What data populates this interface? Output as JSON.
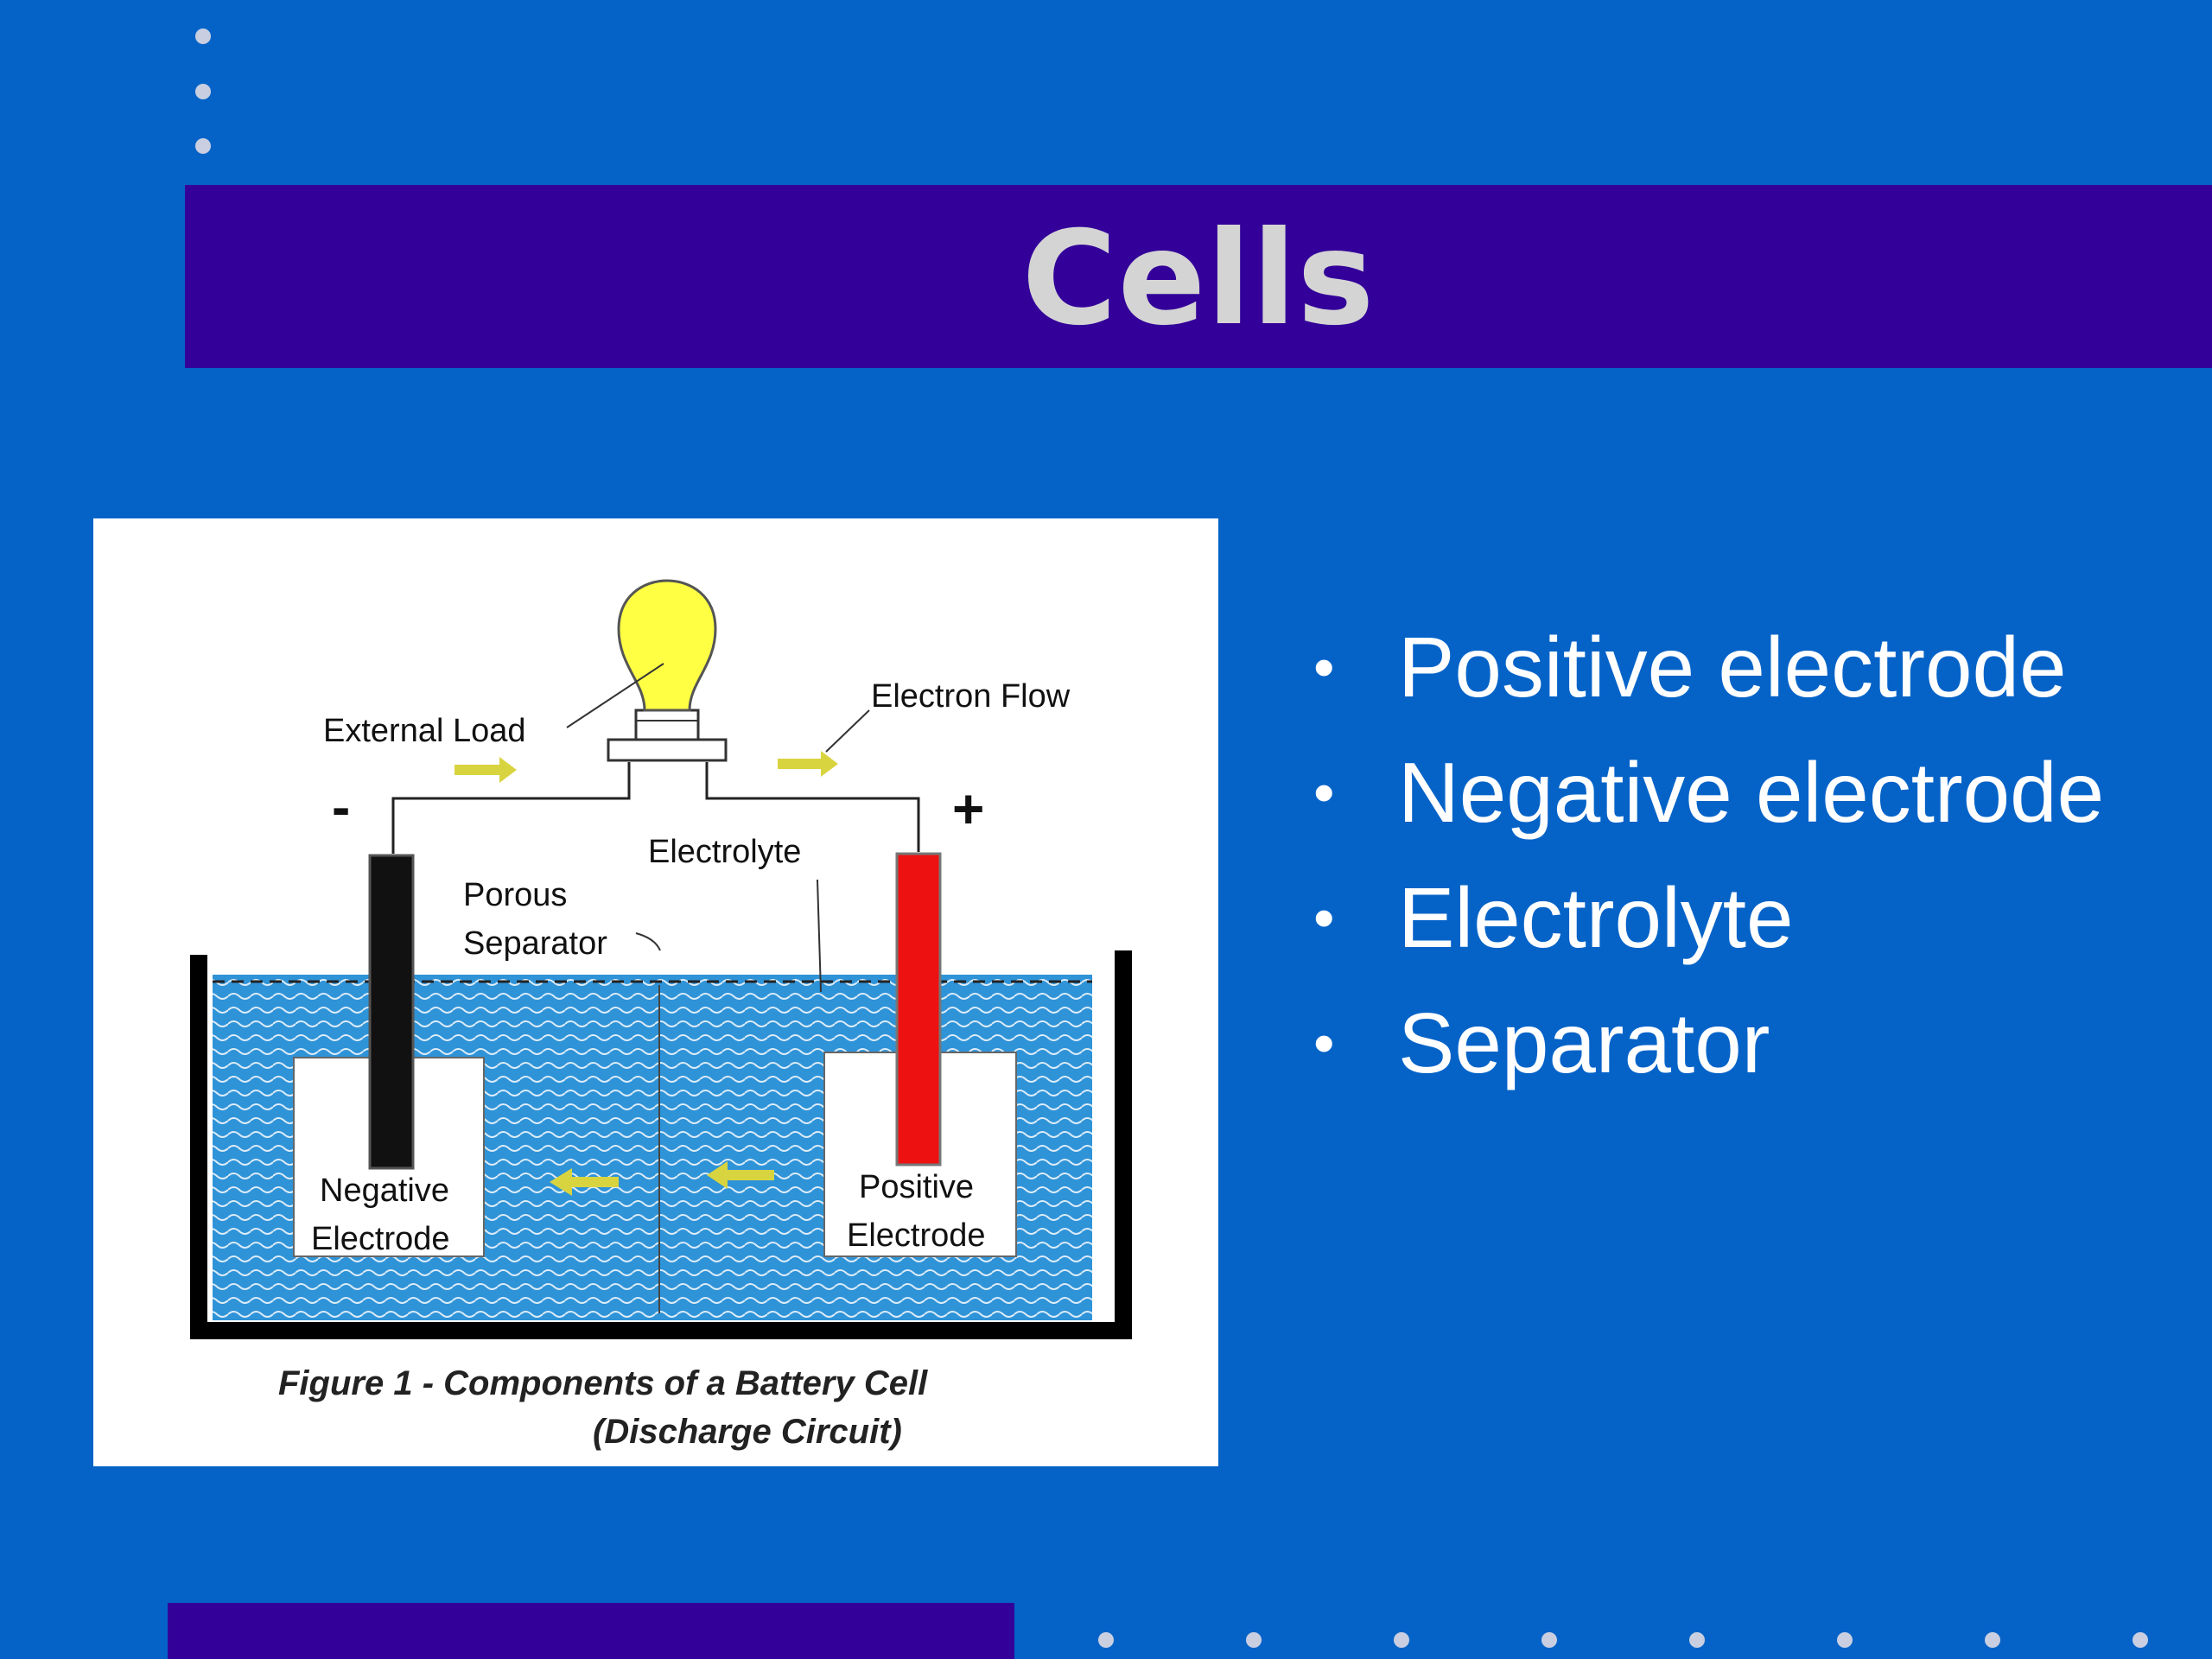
{
  "slide": {
    "title": "Cells",
    "bullets": [
      "Positive electrode",
      "Negative electrode",
      "Electrolyte",
      "Separator"
    ],
    "bullet_glyph": "•"
  },
  "diagram": {
    "labels": {
      "external_load": "External Load",
      "electron_flow": "Electron Flow",
      "minus_sign": "-",
      "plus_sign": "+",
      "electrolyte": "Electrolyte",
      "porous": "Porous",
      "separator": "Separator",
      "negative_line1": "Negative",
      "negative_line2": "Electrode",
      "positive_line1": "Positive",
      "positive_line2": "Electrode",
      "caption_line1": "Figure 1 - Components of a Battery Cell",
      "caption_line2": "(Discharge Circuit)"
    },
    "colors": {
      "electrolyte": "#2f93d8",
      "bulb": "#ffff44",
      "positive_electrode": "#ee1111",
      "negative_electrode": "#111111",
      "arrows": "#d8d440"
    }
  },
  "colors": {
    "background": "#0563c8",
    "title_bar": "#330099",
    "title_text": "#d4d4d4",
    "bullet_text": "#ffffff",
    "dots": "#c9cfe0"
  }
}
